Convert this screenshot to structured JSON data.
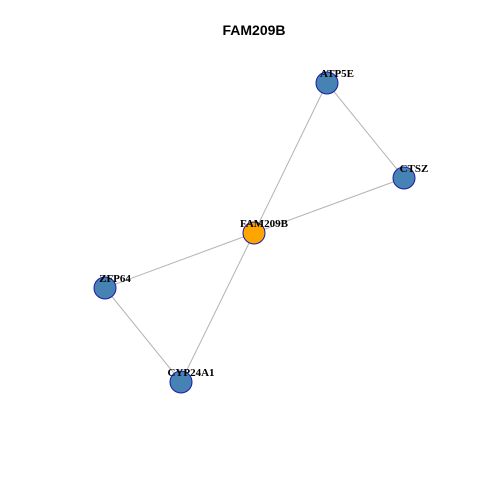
{
  "graph": {
    "title": "FAM209B",
    "colors": {
      "center": "#FFA500",
      "neighbor": "#4682B4",
      "node_stroke": "#1a1aa6",
      "edge": "#b3b3b3"
    },
    "nodes": [
      {
        "id": "FAM209B",
        "label": "FAM209B",
        "role": "center"
      },
      {
        "id": "ATP5E",
        "label": "ATP5E",
        "role": "neighbor"
      },
      {
        "id": "CTSZ",
        "label": "CTSZ",
        "role": "neighbor"
      },
      {
        "id": "ZFP64",
        "label": "ZFP64",
        "role": "neighbor"
      },
      {
        "id": "CYP24A1",
        "label": "CYP24A1",
        "role": "neighbor"
      }
    ],
    "edges": [
      {
        "source": "FAM209B",
        "target": "ATP5E"
      },
      {
        "source": "FAM209B",
        "target": "CTSZ"
      },
      {
        "source": "FAM209B",
        "target": "ZFP64"
      },
      {
        "source": "FAM209B",
        "target": "CYP24A1"
      },
      {
        "source": "ATP5E",
        "target": "CTSZ"
      },
      {
        "source": "ZFP64",
        "target": "CYP24A1"
      }
    ]
  }
}
